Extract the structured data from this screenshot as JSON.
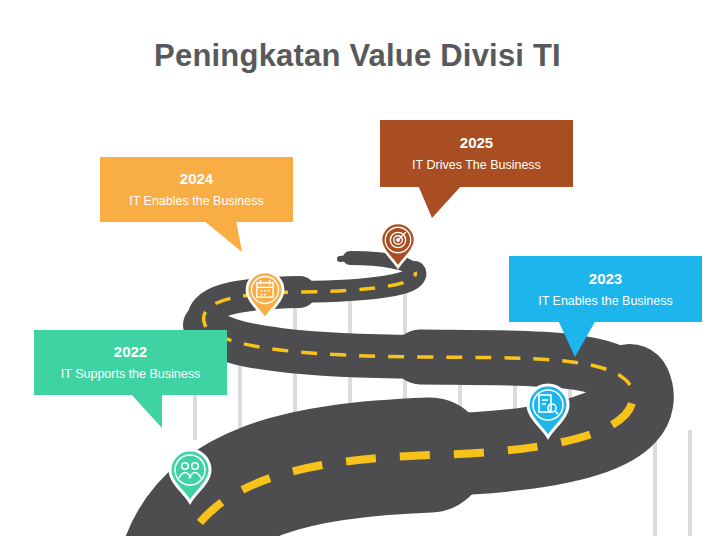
{
  "diagram": {
    "title": "Peningkatan Value Divisi TI",
    "nodes": [
      {
        "text": [
          "2022",
          "IT Supports the Business"
        ]
      },
      {
        "text": [
          "2023",
          "IT Enables the Business"
        ]
      },
      {
        "text": [
          "2024",
          "IT Enables the Business"
        ]
      },
      {
        "text": [
          "2025",
          "IT Drives The Business"
        ]
      }
    ]
  }
}
